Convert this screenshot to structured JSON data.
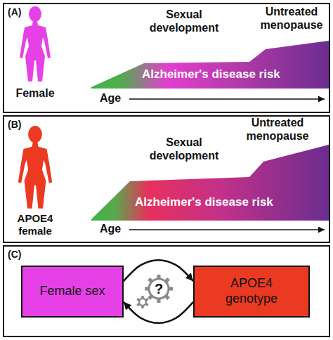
{
  "diagram": {
    "nodes": [
      {
        "text": [
          "(A)"
        ]
      },
      {
        "text": [
          "Alzheimer's disease risk"
        ],
        "in": 0
      },
      {
        "text": [
          "(B)"
        ]
      },
      {
        "text": [
          "Alzheimer's disease risk"
        ],
        "in": 2
      },
      {
        "text": [
          "(C)"
        ]
      },
      {
        "text": [
          "Female sex"
        ],
        "in": 4
      },
      {
        "text": [
          "APOE4 genotype"
        ],
        "in": 4
      }
    ],
    "edges": [
      {
        "from": 5,
        "to": 6,
        "arrow": "to"
      },
      {
        "from": 6,
        "to": 5,
        "arrow": "to"
      }
    ],
    "labels": [
      "Sexual development",
      "Untreated menopause",
      "Female",
      "Age",
      "Sexual development",
      "Untreated menopause",
      "APOE4 female",
      "Age",
      "?"
    ]
  }
}
